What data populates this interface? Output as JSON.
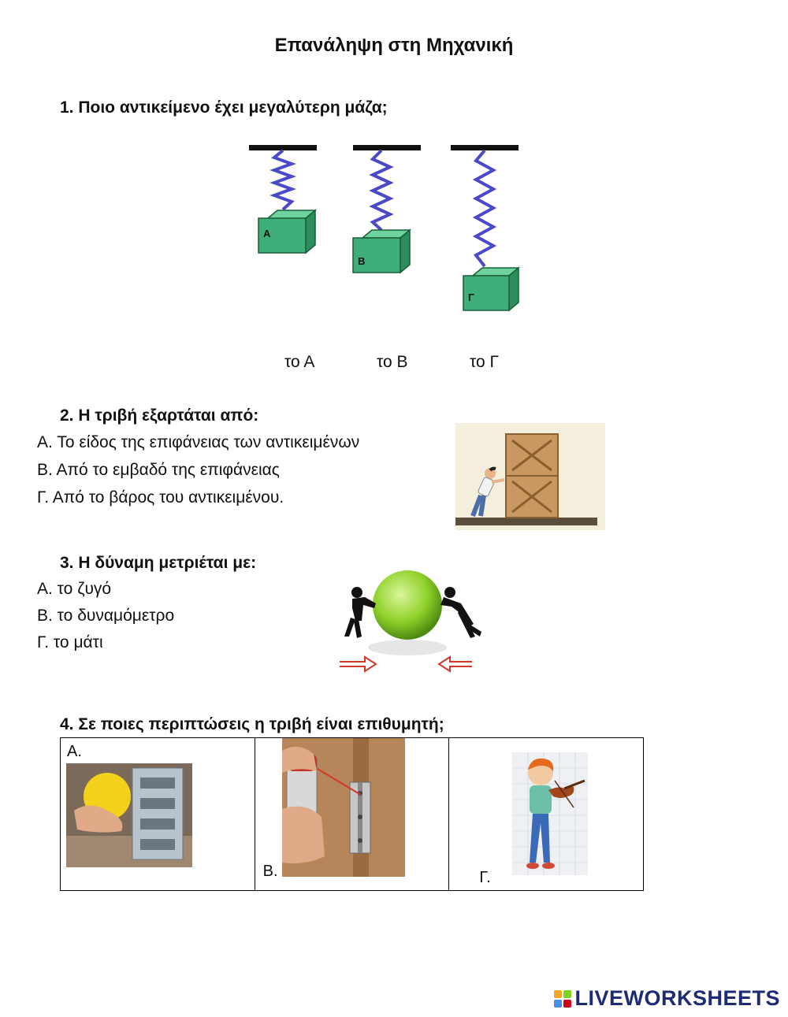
{
  "title": "Επανάληψη στη Μηχανική",
  "q1": {
    "heading": "1.  Ποιο αντικείμενο έχει μεγαλύτερη μάζα;",
    "boxes": [
      {
        "label": "Α",
        "stretch": 1
      },
      {
        "label": "Β",
        "stretch": 2
      },
      {
        "label": "Γ",
        "stretch": 3
      }
    ],
    "answers": [
      "το Α",
      "το Β",
      "το Γ"
    ]
  },
  "q2": {
    "heading": "2.  Η τριβή εξαρτάται από:",
    "options": [
      "Α. Το είδος της επιφάνειας των αντικειμένων",
      "Β. Από το εμβαδό της επιφάνειας",
      "Γ. Από το βάρος του αντικειμένου."
    ]
  },
  "q3": {
    "heading": "3.  Η δύναμη μετριέται με:",
    "options": [
      "Α. το ζυγό",
      "Β. το δυναμόμετρο",
      "Γ. το μάτι"
    ]
  },
  "q4": {
    "heading": "4.  Σε ποιες περιπτώσεις η τριβή είναι επιθυμητή;",
    "cells": [
      {
        "label": "Α.",
        "icon": "lemon-grater-icon"
      },
      {
        "label": "Β.",
        "icon": "spray-hinge-icon"
      },
      {
        "label": "Γ.",
        "icon": "violin-boy-icon"
      }
    ]
  },
  "branding": {
    "logo_text": "LIVEWORKSHEETS",
    "colors": [
      "#f5a623",
      "#7ed321",
      "#4a90e2",
      "#d0021b"
    ]
  },
  "colors": {
    "spring": "#4a4ac8",
    "box": "#3fae7a",
    "ball": "#8fd12a",
    "arrow": "#d0392b"
  }
}
